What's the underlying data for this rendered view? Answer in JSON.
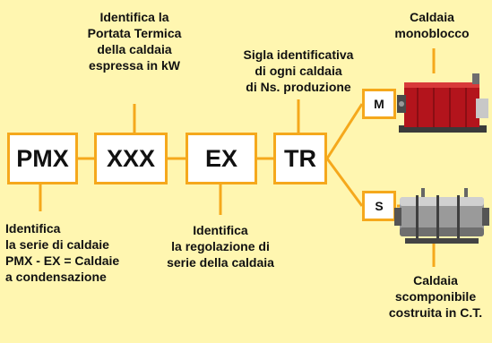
{
  "codes": {
    "pmx": "PMX",
    "xxx": "XXX",
    "ex": "EX",
    "tr": "TR"
  },
  "variants": {
    "m": "M",
    "s": "S"
  },
  "labels": {
    "portata": "Identifica la\nPortata Termica\ndella caldaia\nespressa in kW",
    "sigla": "Sigla identificativa\ndi ogni caldaia\ndi Ns. produzione",
    "serie": "Identifica\nla serie di caldaie\nPMX - EX = Caldaie\na condensazione",
    "regolazione": "Identifica\nla regolazione di\nserie della caldaia",
    "monoblocco": "Caldaia\nmonoblocco",
    "scomponibile": "Caldaia\nscomponibile\ncostruita in C.T."
  },
  "colors": {
    "background": "#fff6b0",
    "accent": "#f5a81c",
    "box_fill": "#ffffff",
    "monoblock_red": "#b3141c",
    "sectional_grey": "#9a9a9a"
  },
  "images": {
    "monoblocco": "red-monoblock-boiler-icon",
    "scomponibile": "grey-sectional-boiler-icon"
  }
}
